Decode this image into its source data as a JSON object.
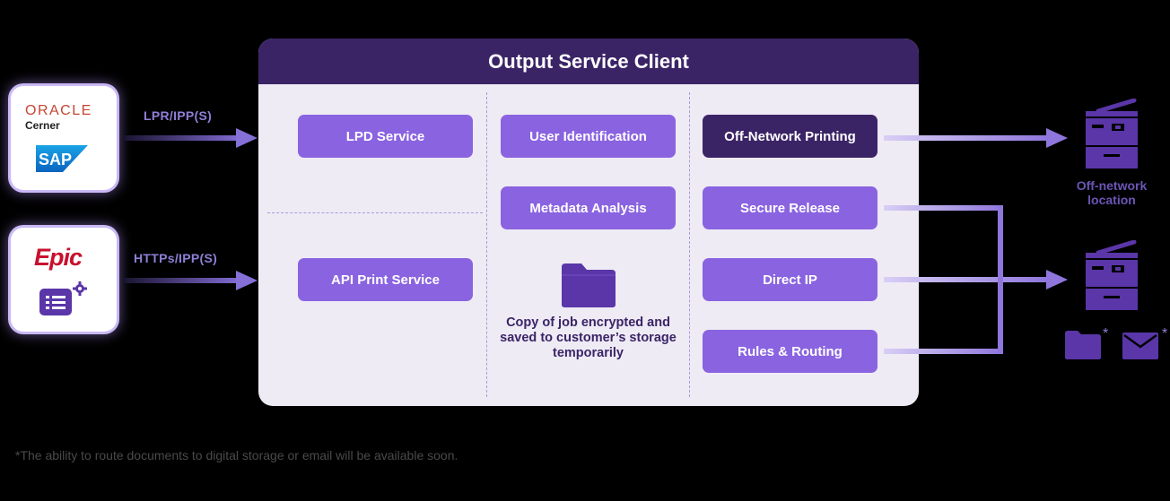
{
  "panel": {
    "title": "Output Service Client",
    "col1": {
      "services": [
        "LPD Service",
        "API Print Service"
      ]
    },
    "col2": {
      "services": [
        "User Identification",
        "Metadata Analysis"
      ],
      "note": "Copy of job encrypted and saved to customer’s storage temporarily",
      "icon": "folder-icon"
    },
    "col3": {
      "services": [
        "Off-Network Printing",
        "Secure Release",
        "Direct IP",
        "Rules & Routing"
      ]
    }
  },
  "sources": [
    {
      "logos": [
        "ORACLE",
        "Cerner",
        "SAP"
      ],
      "protocol": "LPR/IPP(S)"
    },
    {
      "logos": [
        "Epic"
      ],
      "icon": "document-gear-icon",
      "protocol": "HTTPs/IPP(S)"
    }
  ],
  "destinations": {
    "offnetwork_label": "Off-network location",
    "printer_icon": "printer-icon",
    "extra_icons": [
      "folder-icon",
      "email-icon"
    ],
    "asterisk": "*"
  },
  "footnote": "*The ability to route documents to digital storage or email will be available soon.",
  "colors": {
    "background": "#000000",
    "panel_bg": "#eeebf5",
    "header": "#3b2466",
    "service": "#8a63e0",
    "accent": "#8f7fd6"
  }
}
